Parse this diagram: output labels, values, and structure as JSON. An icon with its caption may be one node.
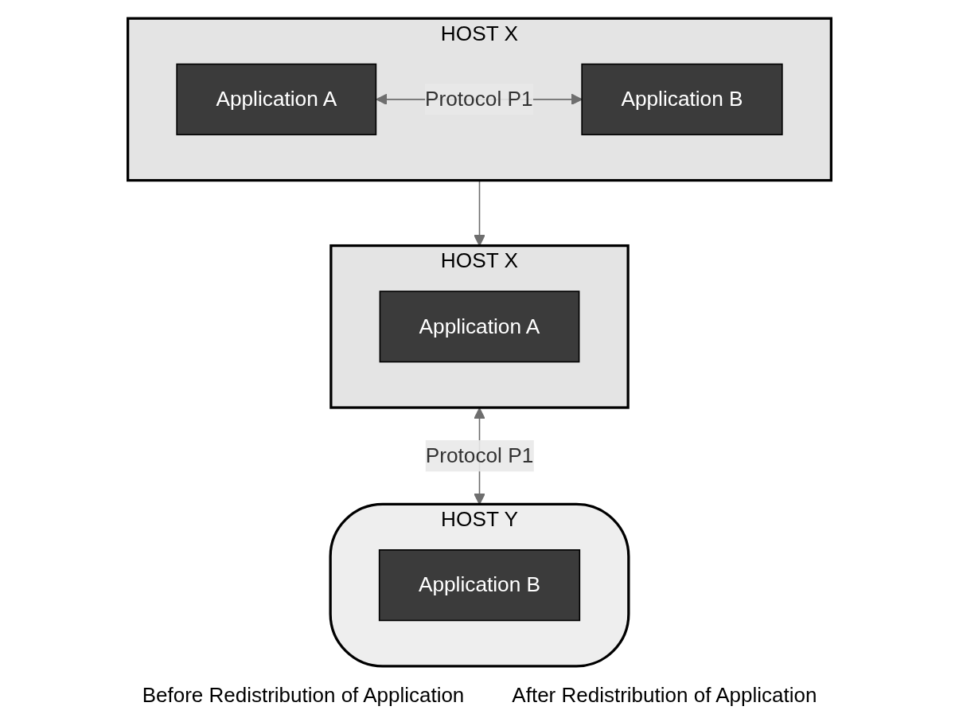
{
  "diagram": {
    "nodes": [
      {
        "text": [
          "HOST X"
        ]
      },
      {
        "text": [
          "Application A"
        ],
        "in": 0
      },
      {
        "text": [
          "Application B"
        ],
        "in": 0
      },
      {
        "text": [
          "HOST X"
        ]
      },
      {
        "text": [
          "Application A"
        ],
        "in": 3
      },
      {
        "text": [
          "HOST Y"
        ]
      },
      {
        "text": [
          "Application B"
        ],
        "in": 5
      }
    ],
    "edges": [
      {
        "from": 1,
        "to": 2,
        "arrow": "both",
        "label": "Protocol P1"
      },
      {
        "from": 0,
        "to": 3,
        "arrow": "to"
      },
      {
        "from": 3,
        "to": 5,
        "arrow": "both",
        "label": "Protocol P1"
      }
    ],
    "labels": [
      "Before Redistribution of Application",
      "After Redistribution of Application"
    ]
  }
}
